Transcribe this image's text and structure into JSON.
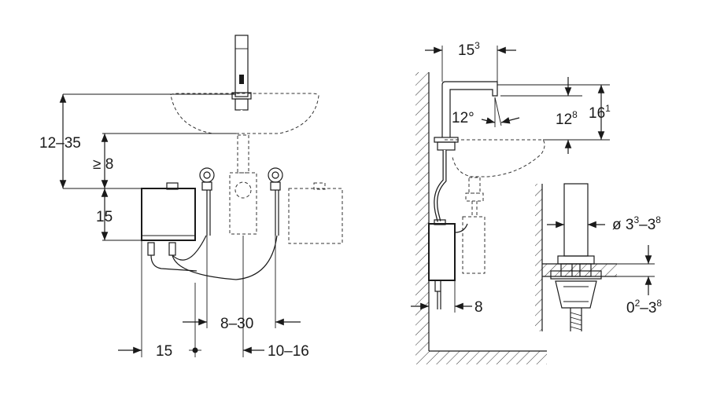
{
  "front_view": {
    "dim_height_total": "12–35",
    "dim_height_min": "≥ 8",
    "dim_box_height": "15",
    "dim_valve_spacing": "8–30",
    "dim_box_width": "15",
    "dim_offset": "10–16"
  },
  "side_view": {
    "dim_projection": {
      "base": "15",
      "sup": "3"
    },
    "dim_angle": "12°",
    "dim_spout_height": {
      "base": "12",
      "sup": "8"
    },
    "dim_total_height": {
      "base": "16",
      "sup": "1"
    },
    "dim_wall_gap": "8"
  },
  "detail_view": {
    "dim_hole_diameter": {
      "prefix": "ø 3",
      "sup1": "3",
      "mid": "–3",
      "sup2": "8"
    },
    "dim_plate_thickness": {
      "base": "0",
      "sup1": "2",
      "mid": "–3",
      "sup2": "8"
    }
  }
}
